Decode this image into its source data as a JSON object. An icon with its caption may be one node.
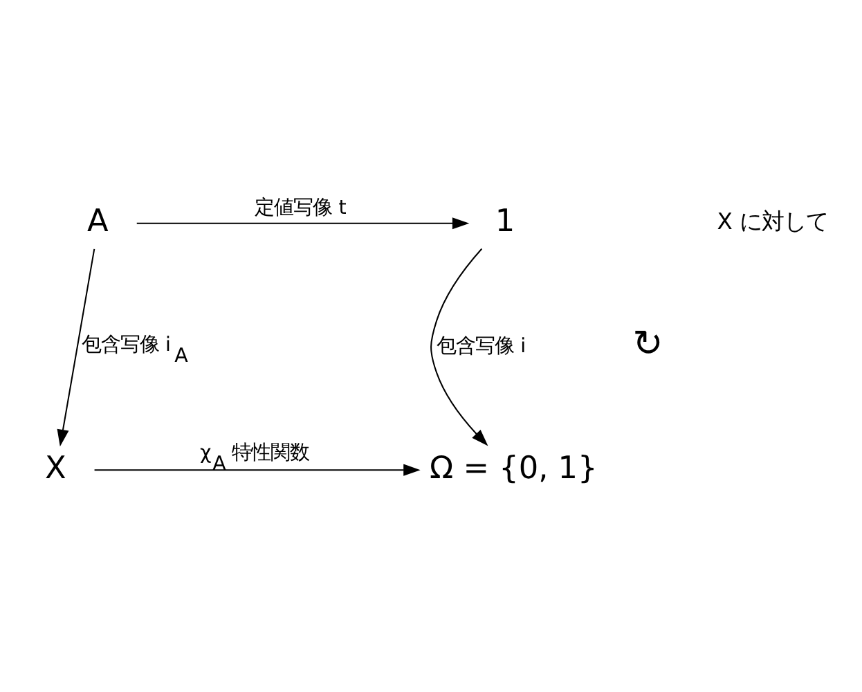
{
  "diagram": {
    "nodes": [
      {
        "text": [
          "A"
        ]
      },
      {
        "text": [
          "1"
        ]
      },
      {
        "text": [
          "X"
        ]
      },
      {
        "text": [
          "Ω = {0, 1}"
        ]
      }
    ],
    "edges": [
      {
        "from": 0,
        "to": 1,
        "arrow": "to",
        "label": "定値写像 t"
      },
      {
        "from": 0,
        "to": 2,
        "arrow": "to",
        "label": "包含写像 i$_{A}$"
      },
      {
        "from": 1,
        "to": 3,
        "arrow": "to",
        "label": "包含写像 i"
      },
      {
        "from": 2,
        "to": 3,
        "arrow": "to",
        "label": "χ$_{A}$ 特性関数"
      }
    ],
    "labels": [
      "X に対して",
      "↻"
    ]
  }
}
